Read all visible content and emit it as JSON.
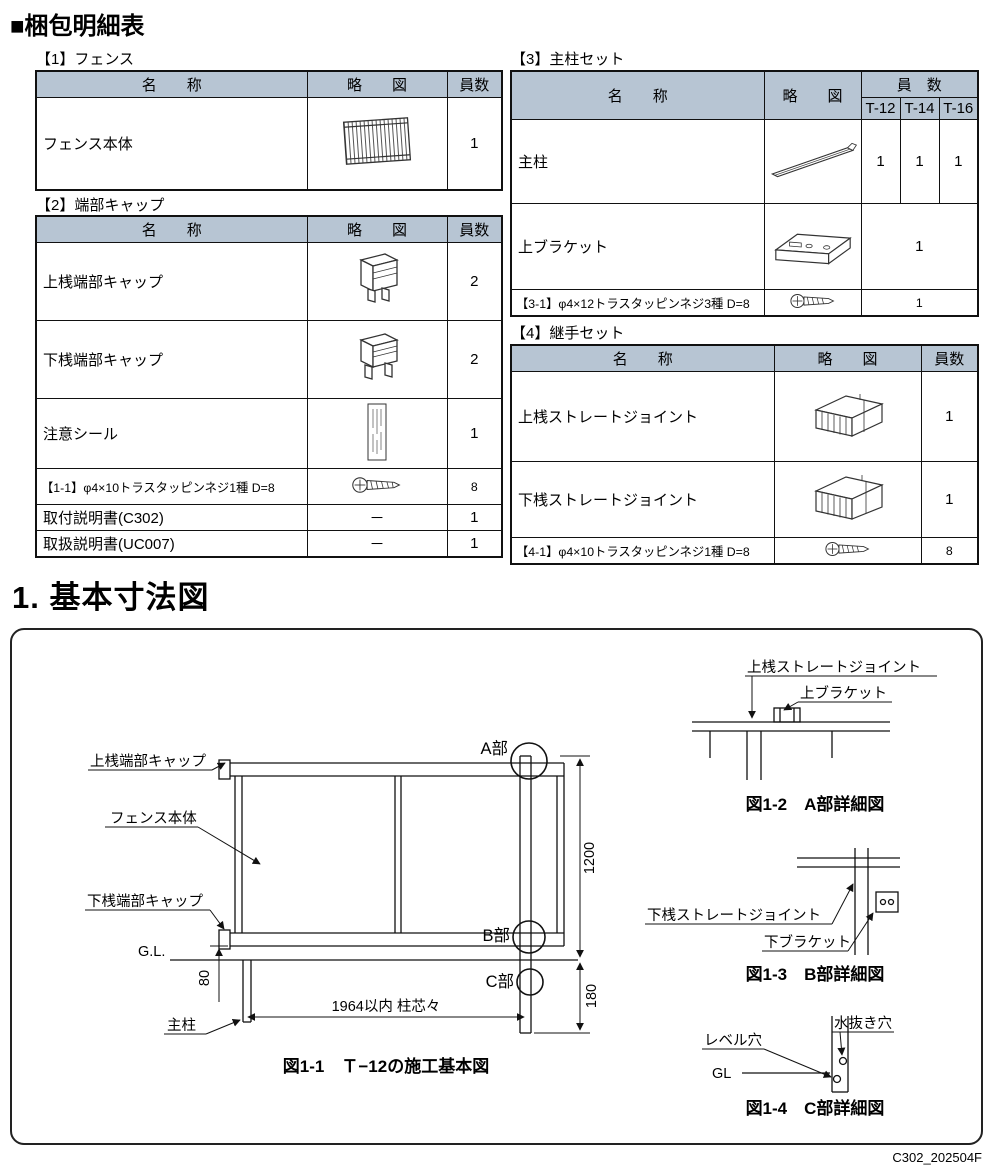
{
  "page": {
    "title": "■梱包明細表",
    "section_title": "1. 基本寸法図",
    "doc_code": "C302_202504F"
  },
  "colors": {
    "header_bg": "#b7c5d3",
    "border": "#111111"
  },
  "tables": {
    "t1": {
      "caption": "【1】フェンス",
      "headers": {
        "name": "名　　称",
        "sketch": "略　　図",
        "qty": "員数"
      },
      "rows": [
        {
          "name": "フェンス本体",
          "qty": "1"
        }
      ]
    },
    "t2": {
      "caption": "【2】端部キャップ",
      "headers": {
        "name": "名　　称",
        "sketch": "略　　図",
        "qty": "員数"
      },
      "rows": [
        {
          "name": "上桟端部キャップ",
          "qty": "2"
        },
        {
          "name": "下桟端部キャップ",
          "qty": "2"
        },
        {
          "name": "注意シール",
          "qty": "1"
        },
        {
          "name": "【1-1】φ4×10トラスタッピンネジ1種 D=8",
          "qty": "8"
        },
        {
          "name": "取付説明書(C302)",
          "sketch": "－",
          "qty": "1"
        },
        {
          "name": "取扱説明書(UC007)",
          "sketch": "－",
          "qty": "1"
        }
      ]
    },
    "t3": {
      "caption": "【3】主柱セット",
      "headers": {
        "name": "名　　称",
        "sketch": "略　　図",
        "qty": "員　数",
        "sub": [
          "T-12",
          "T-14",
          "T-16"
        ]
      },
      "rows": [
        {
          "name": "主柱",
          "qty": [
            "1",
            "1",
            "1"
          ]
        },
        {
          "name": "上ブラケット",
          "qty_span": "1"
        },
        {
          "name": "【3-1】φ4×12トラスタッピンネジ3種 D=8",
          "qty_span": "1"
        }
      ]
    },
    "t4": {
      "caption": "【4】継手セット",
      "headers": {
        "name": "名　　称",
        "sketch": "略　　図",
        "qty": "員数"
      },
      "rows": [
        {
          "name": "上桟ストレートジョイント",
          "qty": "1"
        },
        {
          "name": "下桟ストレートジョイント",
          "qty": "1"
        },
        {
          "name": "【4-1】φ4×10トラスタッピンネジ1種 D=8",
          "qty": "8"
        }
      ]
    }
  },
  "diagram": {
    "fig1": {
      "caption": "図1-1　Ｔ−12の施工基本図",
      "labels": {
        "top_cap": "上桟端部キャップ",
        "fence_body": "フェンス本体",
        "bottom_cap": "下桟端部キャップ",
        "gl": "G.L.",
        "post": "主柱",
        "a": "A部",
        "b": "B部",
        "c": "C部",
        "h1200": "1200",
        "h80": "80",
        "h180": "180",
        "w1964": "1964以内 柱芯々"
      }
    },
    "fig2": {
      "caption": "図1-2　A部詳細図",
      "labels": {
        "joint": "上桟ストレートジョイント",
        "bracket": "上ブラケット"
      }
    },
    "fig3": {
      "caption": "図1-3　B部詳細図",
      "labels": {
        "joint": "下桟ストレートジョイント",
        "bracket": "下ブラケット"
      }
    },
    "fig4": {
      "caption": "図1-4　C部詳細図",
      "labels": {
        "level": "レベル穴",
        "drain": "水抜き穴",
        "gl": "GL"
      }
    }
  }
}
